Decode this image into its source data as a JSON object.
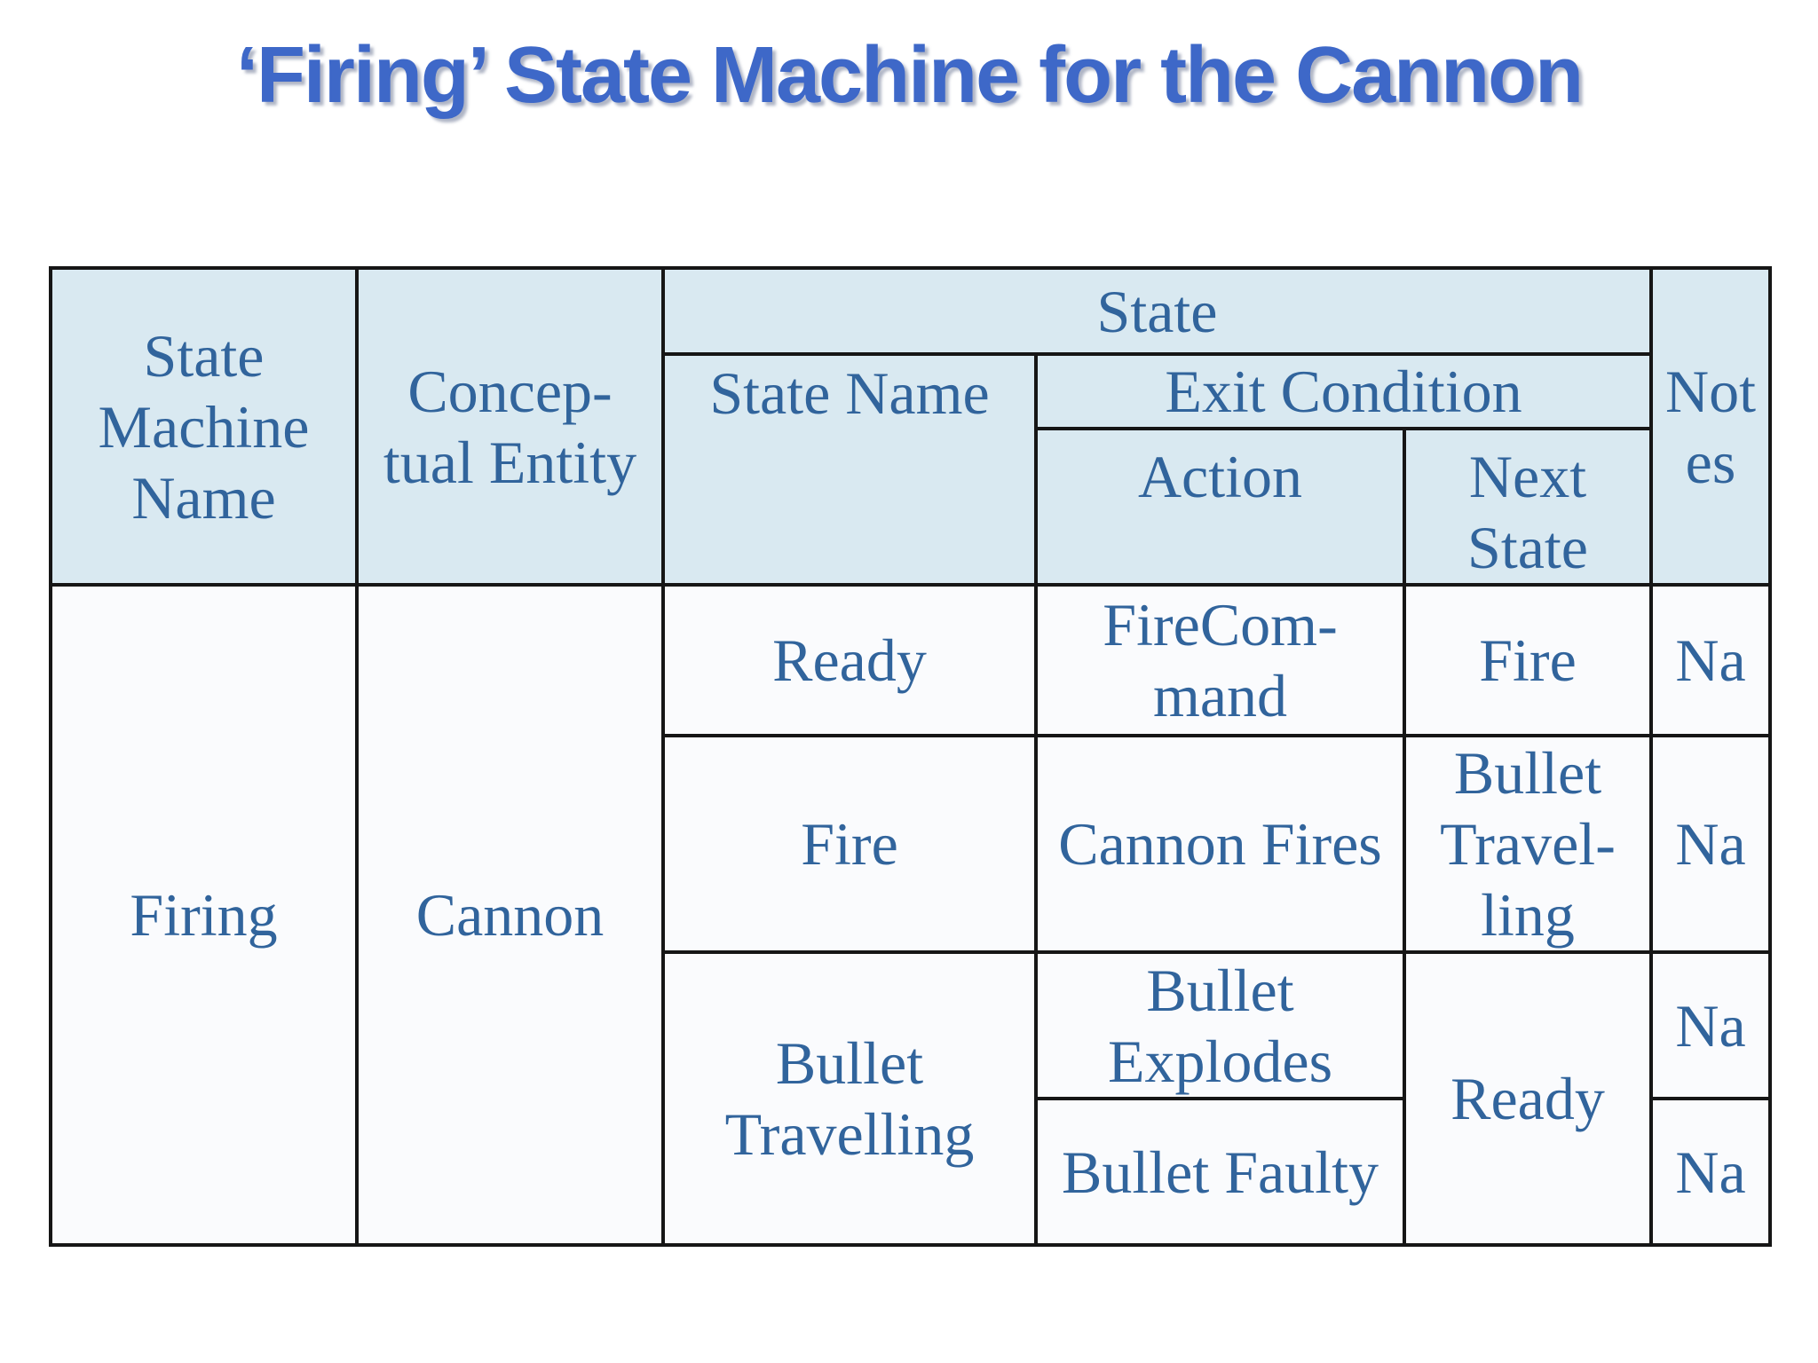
{
  "title": "‘Firing’ State Machine for the Cannon",
  "colors": {
    "title_blue": "#3E68C8",
    "header_bg": "#D9E9F1",
    "body_bg": "#FAFBFD",
    "table_text": "#31649C",
    "border": "#161616"
  },
  "table": {
    "header": {
      "state_machine_name": "State\nMachine\nName",
      "conceptual_entity": "Concep-\ntual Entity",
      "state": "State",
      "state_name": "State Name",
      "exit_condition": "Exit Condition",
      "action": "Action",
      "next_state": "Next\nState",
      "notes": "Not\nes"
    },
    "body": {
      "state_machine": "Firing",
      "entity": "Cannon",
      "rows": [
        {
          "state_name": "Ready",
          "action": "FireCom-\nmand",
          "next_state": "Fire",
          "notes": "Na"
        },
        {
          "state_name": "Fire",
          "action": "Cannon Fires",
          "next_state": "Bullet\nTravel-\nling",
          "notes": "Na"
        },
        {
          "state_name": "Bullet\nTravelling",
          "action": "Bullet\nExplodes",
          "next_state": "Ready",
          "notes": "Na"
        },
        {
          "action": "Bullet Faulty",
          "notes": "Na"
        }
      ]
    }
  }
}
